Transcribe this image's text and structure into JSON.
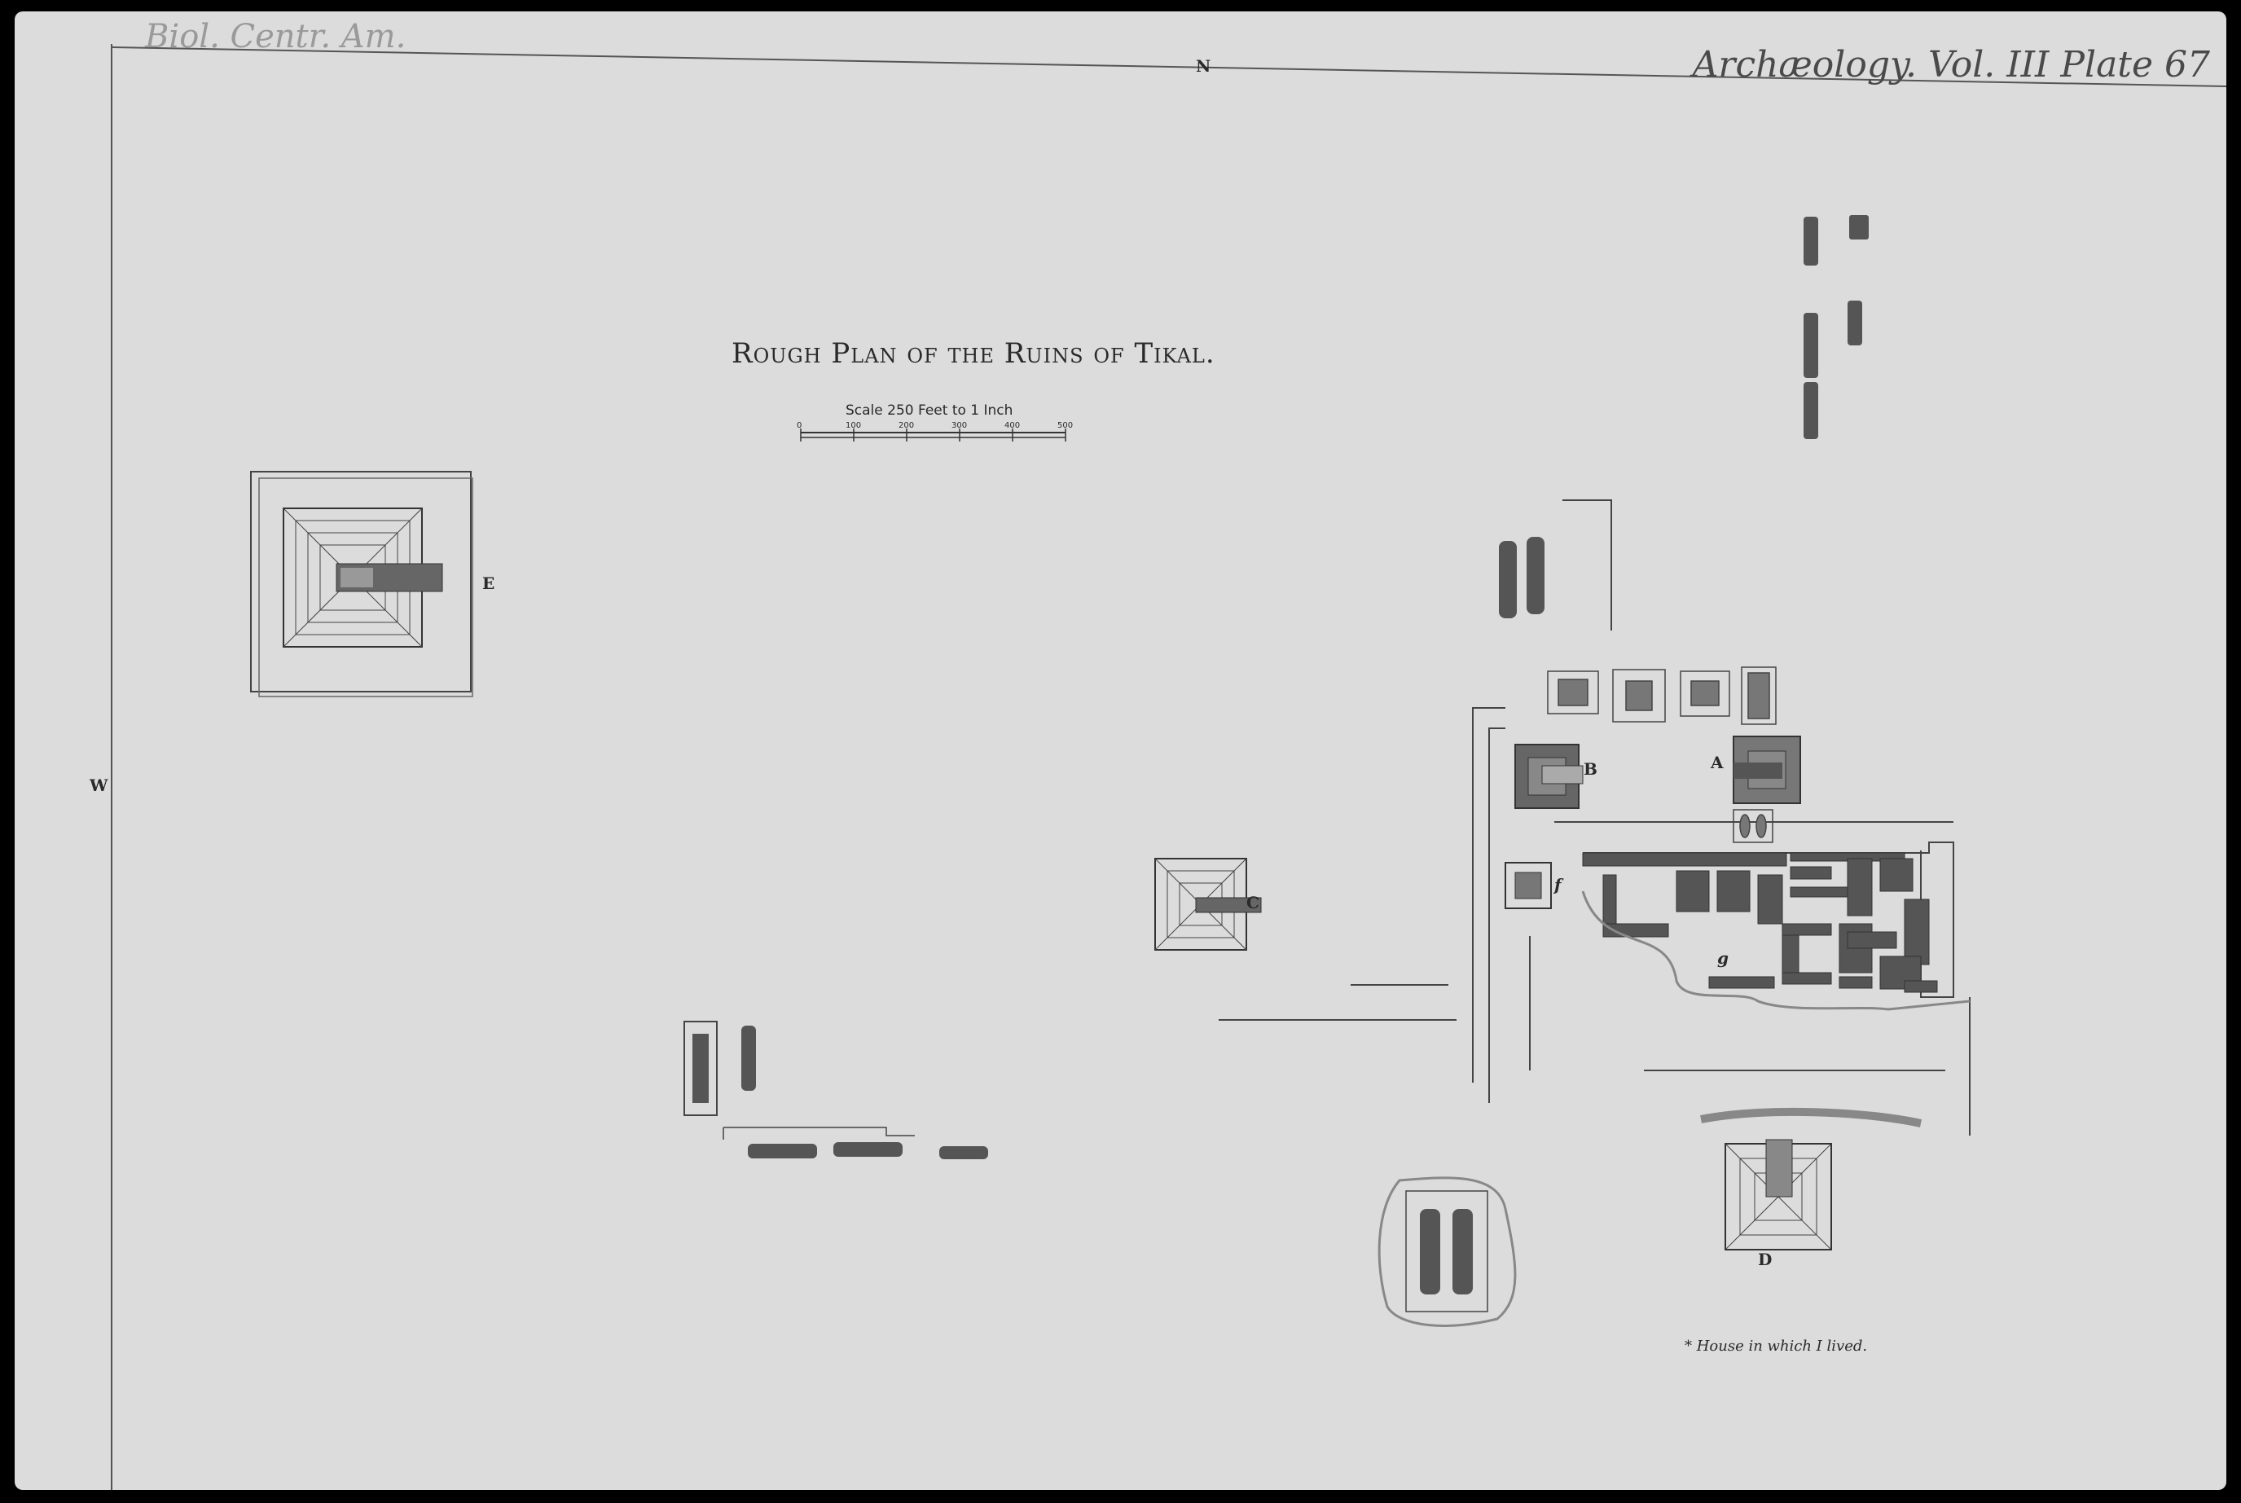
{
  "map": {
    "header_left": "Biol. Centr. Am.",
    "header_right": "Archæology. Vol. III Plate 67",
    "north_label": "N",
    "west_label": "W",
    "title": "Rough Plan of the Ruins of Tikal.",
    "scale": {
      "label": "Scale 250 Feet to 1 Inch",
      "ticks": [
        "0",
        "100",
        "200",
        "300",
        "400",
        "500"
      ]
    },
    "structure_labels": [
      "E",
      "B",
      "A",
      "C",
      "f",
      "g",
      "D"
    ],
    "note": "* House in which I lived."
  }
}
